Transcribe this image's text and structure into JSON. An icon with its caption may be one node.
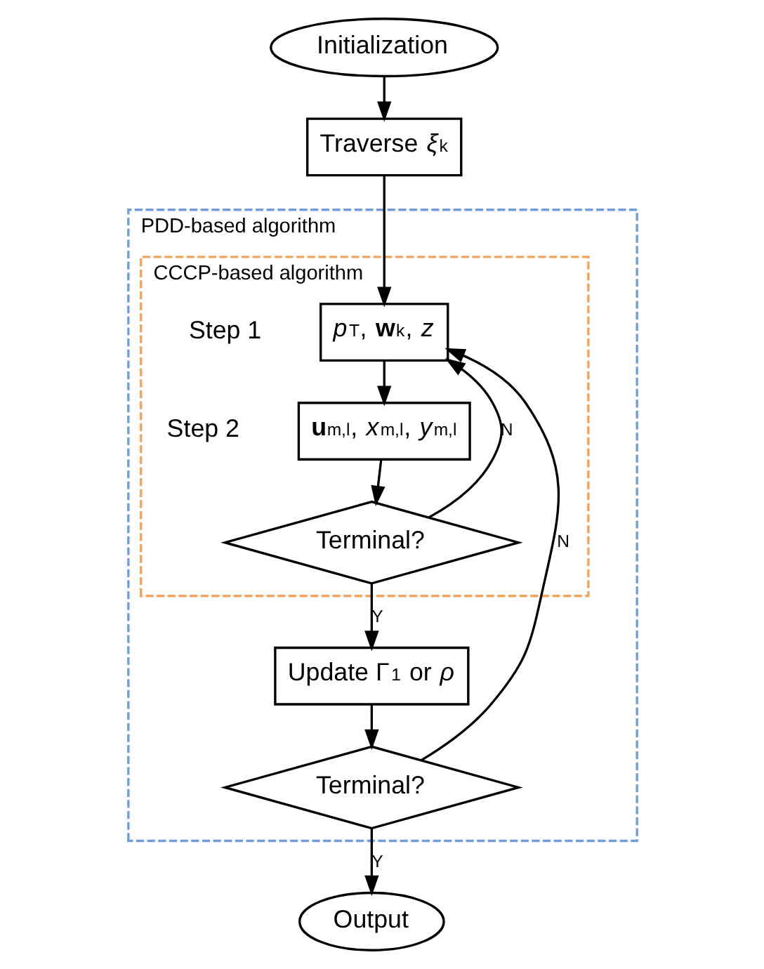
{
  "diagram": {
    "nodes": [
      {
        "text": [
          "Initialization"
        ]
      },
      {
        "text": [
          "Traverse *ξ*$_{k}$"
        ]
      },
      {
        "text": [
          "PDD-based algorithm"
        ]
      },
      {
        "text": [
          "CCCP-based algorithm"
        ],
        "in": 2
      },
      {
        "text": [
          "*p*$_{T}$, **w**$_{k}$, *z*"
        ],
        "in": 3,
        "beside": [
          "Step 1"
        ]
      },
      {
        "text": [
          "**u**$_{m,l}$, *x*$_{m,l}$, *y*$_{m,l}$"
        ],
        "in": 3,
        "beside": [
          "Step 2"
        ]
      },
      {
        "text": [
          "Terminal?"
        ],
        "in": 3
      },
      {
        "text": [
          "Update Γ$_{1}$ or *ρ*"
        ],
        "in": 2
      },
      {
        "text": [
          "Terminal?"
        ],
        "in": 2
      },
      {
        "text": [
          "Output"
        ]
      }
    ],
    "edges": [
      {
        "from": 0,
        "to": 1,
        "arrow": "to"
      },
      {
        "from": 1,
        "to": 4,
        "arrow": "to"
      },
      {
        "from": 8,
        "to": 4,
        "arrow": "to",
        "label": "N"
      },
      {
        "from": 6,
        "to": 4,
        "arrow": "to",
        "label": "N"
      },
      {
        "from": 4,
        "to": 5,
        "arrow": "to"
      },
      {
        "from": 5,
        "to": 6,
        "arrow": "to"
      },
      {
        "from": 6,
        "to": 7,
        "arrow": "to",
        "label": "Y"
      },
      {
        "from": 7,
        "to": 8,
        "arrow": "to"
      },
      {
        "from": 8,
        "to": 9,
        "arrow": "to",
        "label": "Y"
      }
    ]
  }
}
